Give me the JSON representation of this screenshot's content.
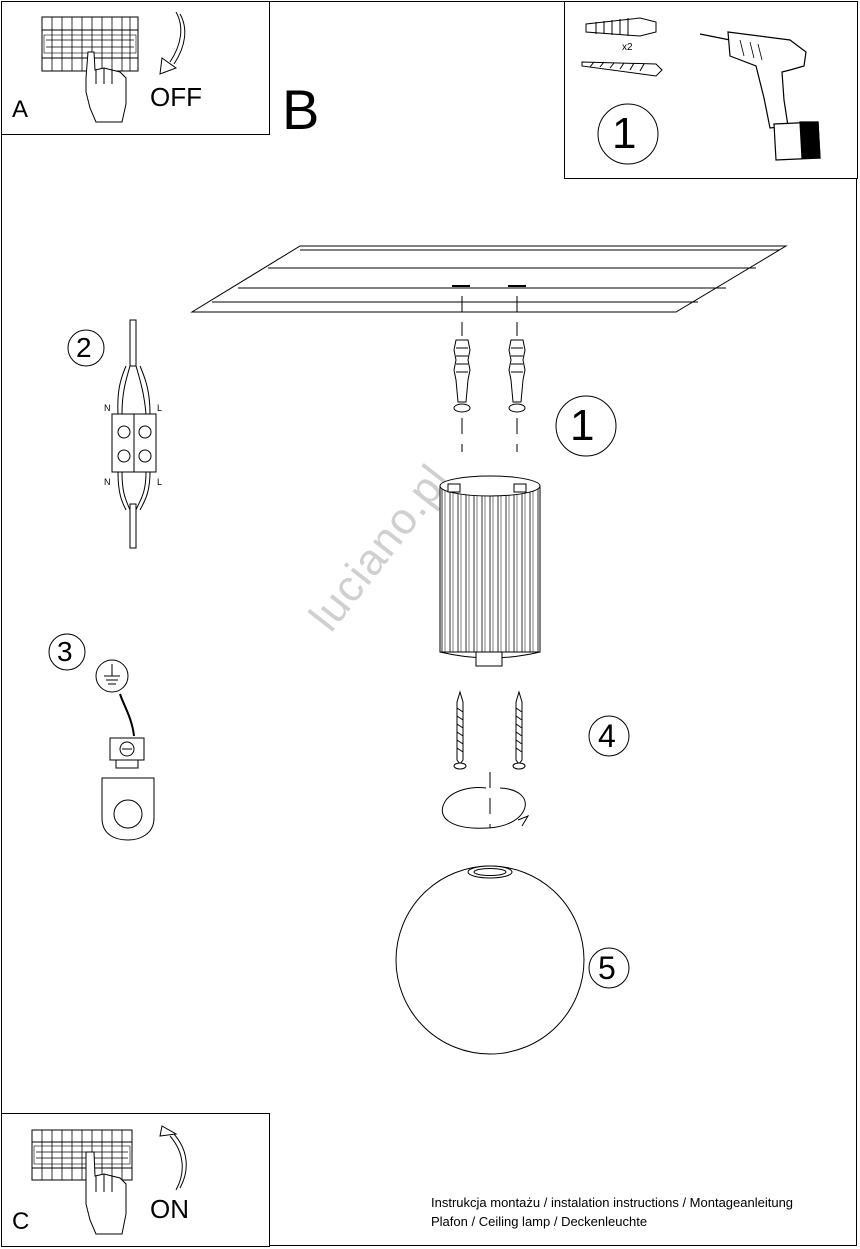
{
  "panels": {
    "a": {
      "letter": "A",
      "action": "OFF"
    },
    "b": {
      "letter": "B"
    },
    "c": {
      "letter": "C",
      "action": "ON"
    }
  },
  "tools": {
    "quantity": "x2"
  },
  "steps": [
    "1",
    "2",
    "3",
    "4",
    "5"
  ],
  "wiring": {
    "top_left": "N",
    "top_right": "L",
    "bottom_left": "N",
    "bottom_right": "L"
  },
  "watermark": "luciano.pl",
  "footer": {
    "line1": "Instrukcja montażu / instalation instructions / Montageanleitung",
    "line2": "Plafon / Ceiling lamp / Deckenleuchte"
  }
}
